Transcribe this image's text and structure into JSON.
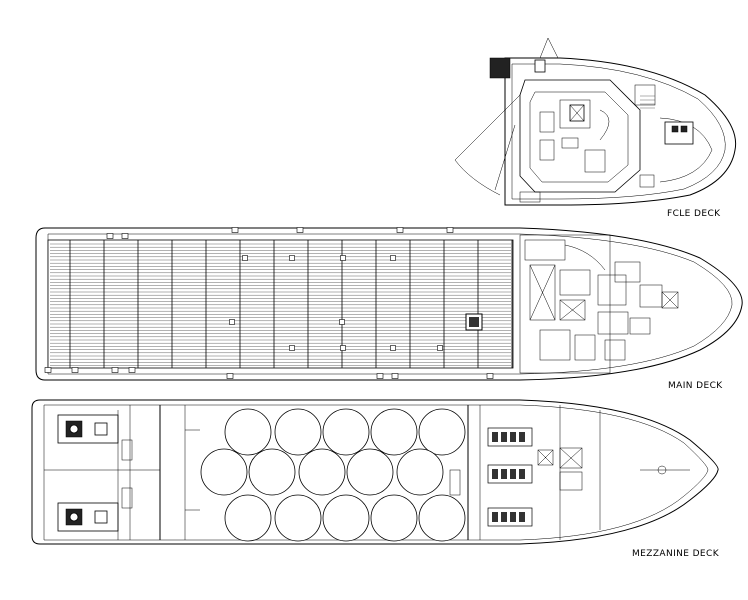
{
  "decks": {
    "fcle": {
      "label": "FCLE DECK"
    },
    "main": {
      "label": "MAIN DECK"
    },
    "mezzanine": {
      "label": "MEZZANINE DECK"
    }
  }
}
